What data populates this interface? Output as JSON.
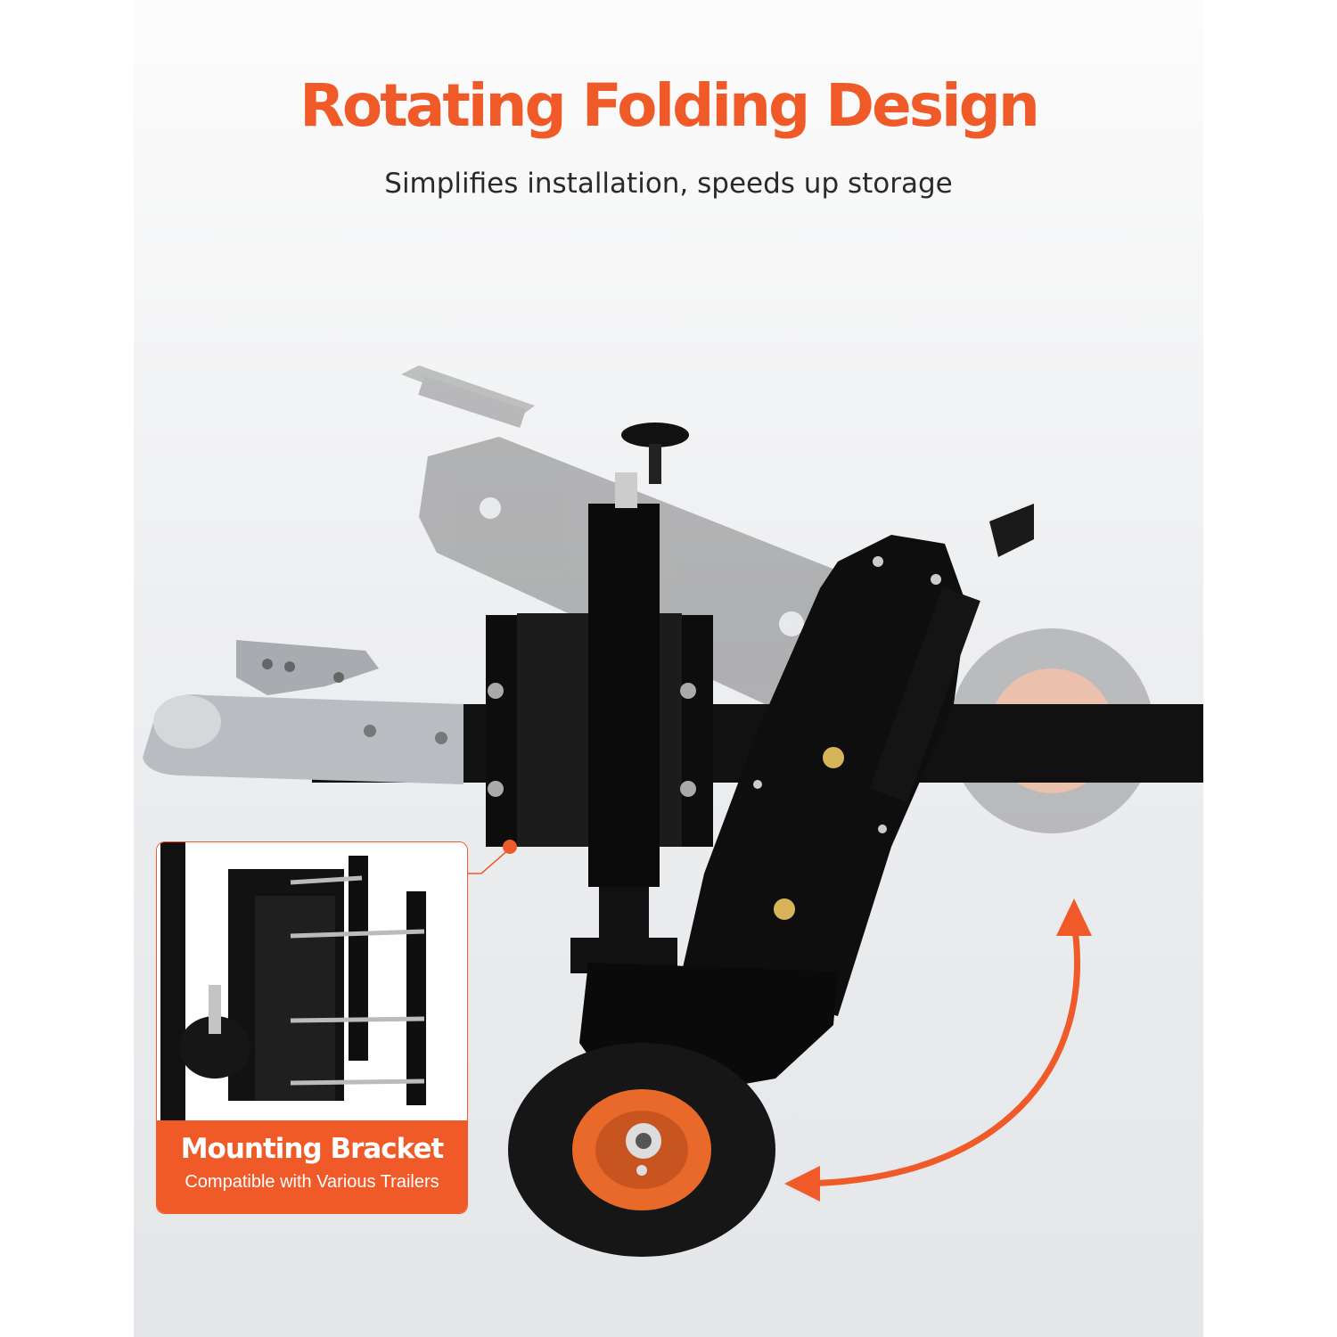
{
  "header": {
    "title": "Rotating Folding Design",
    "subtitle": "Simplifies installation, speeds up storage"
  },
  "callout": {
    "title": "Mounting Bracket",
    "subtitle": "Compatible with Various Trailers"
  },
  "colors": {
    "accent": "#f05a28",
    "metal_black": "#111111",
    "wheel_rim": "#e8692a"
  },
  "icons": {
    "rotation_arrow": "curved-double-arrow-icon"
  }
}
